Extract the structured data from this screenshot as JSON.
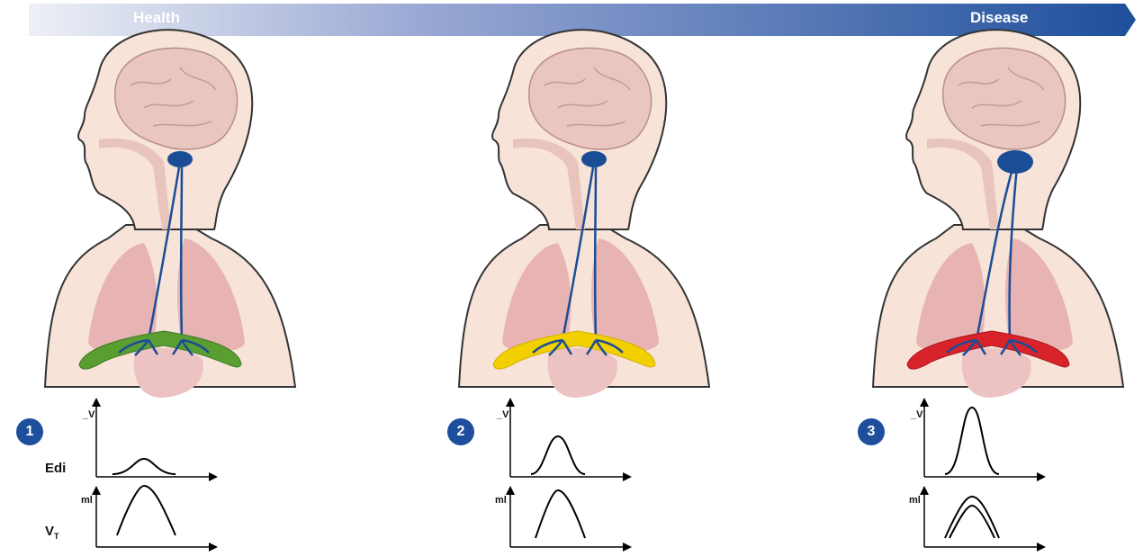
{
  "banner": {
    "left_label": "Health",
    "right_label": "Disease"
  },
  "panels": [
    {
      "number": "1",
      "diaphragm_color": "#5a9e32",
      "diaphragm_dark": "#3f7a22"
    },
    {
      "number": "2",
      "diaphragm_color": "#f2d000",
      "diaphragm_dark": "#d2ae00"
    },
    {
      "number": "3",
      "diaphragm_color": "#d8232a",
      "diaphragm_dark": "#a8161d"
    }
  ],
  "graph_labels": {
    "edi_axis_unit": "_V",
    "edi_label": "Edi",
    "vt_axis_unit": "ml",
    "vt_label": "V",
    "vt_subscript": "T"
  },
  "colors": {
    "nerve": "#1b4d96",
    "skin": "#f7e3d8",
    "lung": "#e7b3b3",
    "brain": "#eac6c0"
  }
}
